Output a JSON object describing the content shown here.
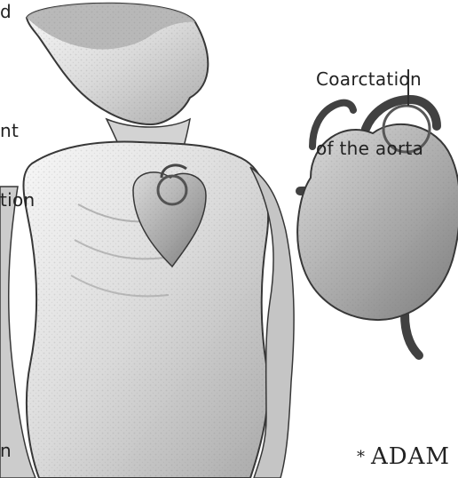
{
  "image": {
    "colors": {
      "ink": "#222222",
      "skin_light": "#e6e6e6",
      "skin_mid": "#bfbfbf",
      "skin_dark": "#8a8a8a",
      "hair": "#b0b0b0",
      "heart": "#9a9a9a",
      "outline": "#3a3a3a",
      "circle": "#6a6a6a"
    }
  },
  "labels": {
    "top_left_fragment": "d",
    "coarctation_title_line1": "Coarctation",
    "coarctation_title_line2": "of the aorta",
    "mid_left_fragment_line1": "nt",
    "mid_left_fragment_line2": "tion",
    "bottom_left_fragment": "n"
  },
  "logo": {
    "text": "ADAM",
    "mark": "*"
  }
}
